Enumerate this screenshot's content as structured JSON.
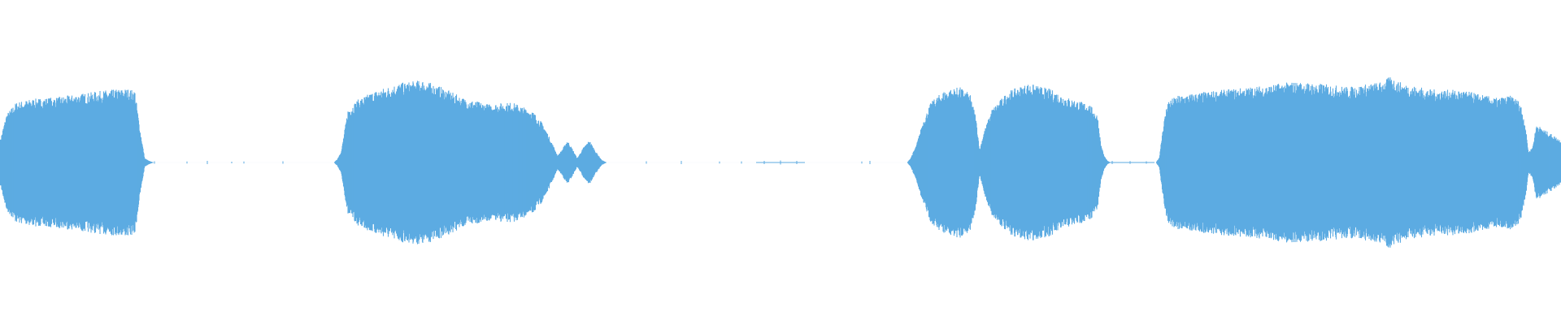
{
  "waveform": {
    "color": "#5DABE2",
    "background": "#FFFFFF",
    "envelope_points": [
      [
        0,
        0.25
      ],
      [
        8,
        0.56
      ],
      [
        20,
        0.7
      ],
      [
        40,
        0.74
      ],
      [
        70,
        0.76
      ],
      [
        100,
        0.8
      ],
      [
        130,
        0.84
      ],
      [
        155,
        0.86
      ],
      [
        166,
        0.84
      ],
      [
        172,
        0.4
      ],
      [
        178,
        0.05
      ],
      [
        183,
        0.02
      ],
      [
        189,
        0.0
      ],
      [
        411,
        0.0
      ],
      [
        415,
        0.04
      ],
      [
        420,
        0.14
      ],
      [
        428,
        0.62
      ],
      [
        440,
        0.73
      ],
      [
        460,
        0.83
      ],
      [
        490,
        0.92
      ],
      [
        520,
        0.96
      ],
      [
        545,
        0.87
      ],
      [
        570,
        0.75
      ],
      [
        600,
        0.68
      ],
      [
        630,
        0.7
      ],
      [
        655,
        0.6
      ],
      [
        668,
        0.45
      ],
      [
        678,
        0.25
      ],
      [
        686,
        0.08
      ],
      [
        692,
        0.16
      ],
      [
        698,
        0.26
      ],
      [
        704,
        0.16
      ],
      [
        710,
        0.05
      ],
      [
        718,
        0.18
      ],
      [
        725,
        0.26
      ],
      [
        732,
        0.14
      ],
      [
        740,
        0.03
      ],
      [
        746,
        0.0
      ],
      [
        1116,
        0.0
      ],
      [
        1120,
        0.05
      ],
      [
        1127,
        0.2
      ],
      [
        1135,
        0.47
      ],
      [
        1145,
        0.7
      ],
      [
        1160,
        0.83
      ],
      [
        1180,
        0.88
      ],
      [
        1193,
        0.8
      ],
      [
        1200,
        0.55
      ],
      [
        1205,
        0.15
      ],
      [
        1210,
        0.35
      ],
      [
        1220,
        0.62
      ],
      [
        1240,
        0.83
      ],
      [
        1265,
        0.92
      ],
      [
        1290,
        0.86
      ],
      [
        1315,
        0.75
      ],
      [
        1340,
        0.68
      ],
      [
        1350,
        0.55
      ],
      [
        1354,
        0.22
      ],
      [
        1358,
        0.08
      ],
      [
        1362,
        0.02
      ],
      [
        1366,
        0.0
      ],
      [
        1422,
        0.0
      ],
      [
        1426,
        0.06
      ],
      [
        1430,
        0.38
      ],
      [
        1436,
        0.72
      ],
      [
        1450,
        0.78
      ],
      [
        1480,
        0.82
      ],
      [
        1520,
        0.86
      ],
      [
        1560,
        0.9
      ],
      [
        1590,
        0.94
      ],
      [
        1620,
        0.92
      ],
      [
        1660,
        0.88
      ],
      [
        1700,
        0.94
      ],
      [
        1710,
        1.0
      ],
      [
        1725,
        0.92
      ],
      [
        1760,
        0.85
      ],
      [
        1800,
        0.84
      ],
      [
        1840,
        0.75
      ],
      [
        1860,
        0.78
      ],
      [
        1870,
        0.7
      ],
      [
        1876,
        0.45
      ],
      [
        1880,
        0.12
      ],
      [
        1885,
        0.18
      ],
      [
        1890,
        0.45
      ],
      [
        1896,
        0.4
      ],
      [
        1910,
        0.32
      ],
      [
        1920,
        0.26
      ]
    ],
    "noise_points": [
      [
        190,
        0.015
      ],
      [
        230,
        0.012
      ],
      [
        255,
        0.02
      ],
      [
        285,
        0.01
      ],
      [
        300,
        0.012
      ],
      [
        348,
        0.015
      ],
      [
        795,
        0.015
      ],
      [
        838,
        0.02
      ],
      [
        885,
        0.012
      ],
      [
        912,
        0.014
      ],
      [
        940,
        0.02
      ],
      [
        960,
        0.025
      ],
      [
        980,
        0.02
      ],
      [
        1060,
        0.012
      ],
      [
        1070,
        0.02
      ],
      [
        1368,
        0.02
      ],
      [
        1390,
        0.018
      ],
      [
        1410,
        0.015
      ]
    ]
  }
}
